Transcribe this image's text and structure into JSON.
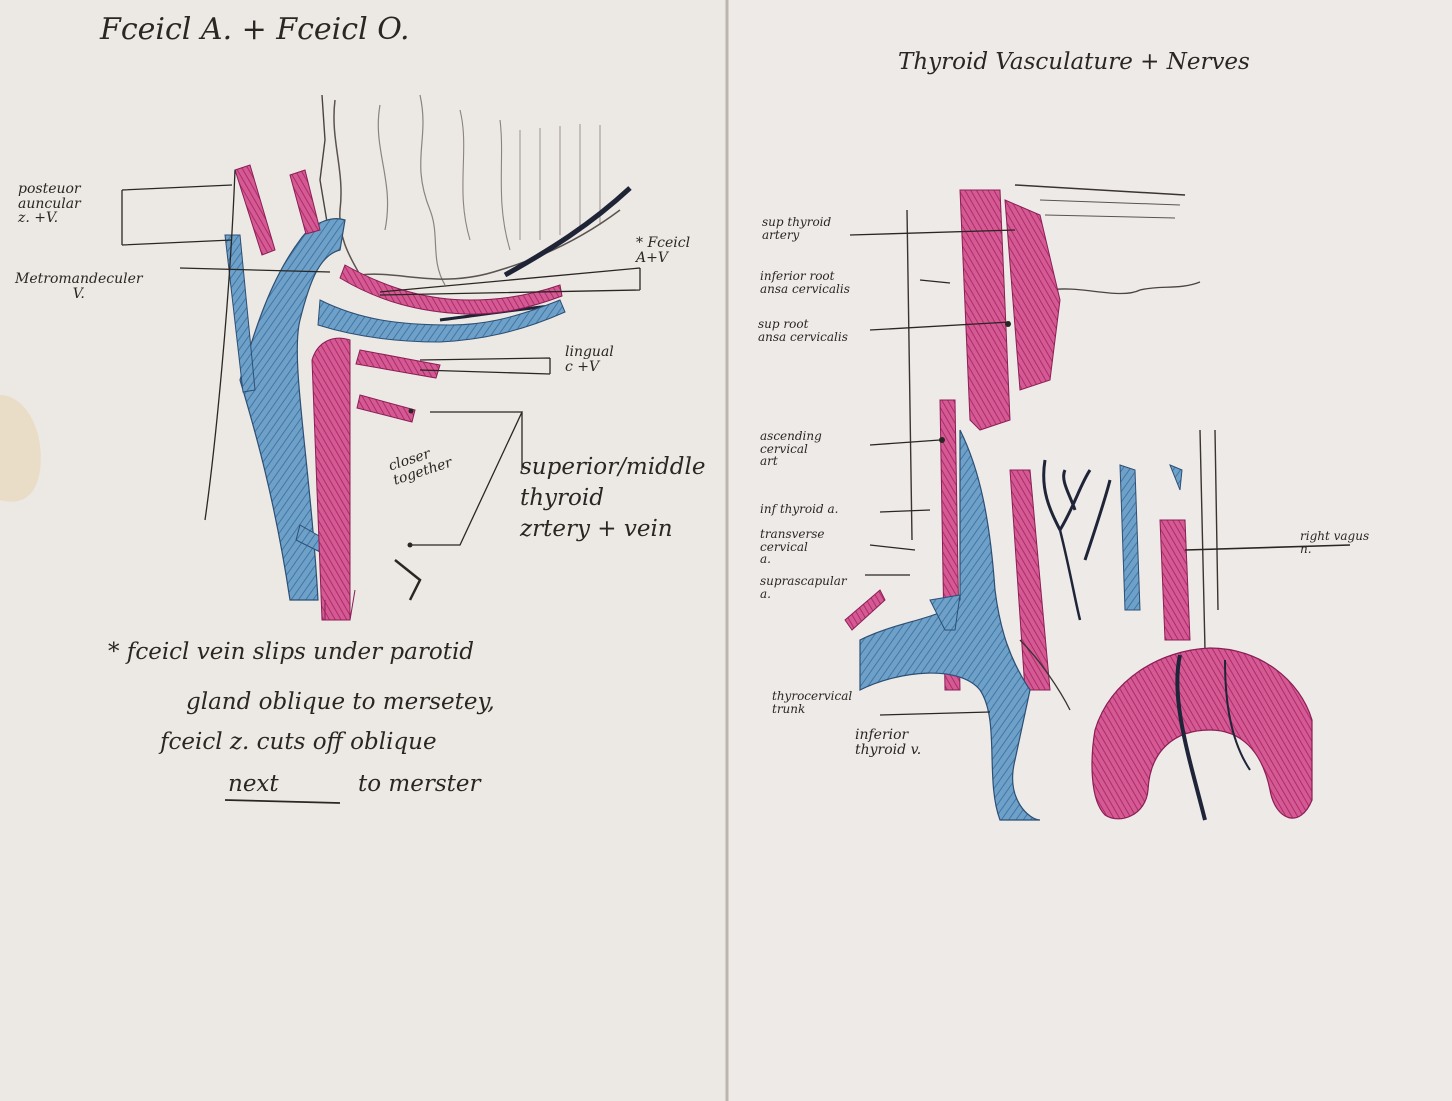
{
  "colors": {
    "paper_left": "#ece8e4",
    "paper_right": "#eeeae7",
    "ink": "#2a2623",
    "vein_blue": "#5f93bd",
    "artery_magenta": "#c8407f",
    "stain": "#e9dcc4"
  },
  "left_page": {
    "title": "Fceicl A. + Fceicl O.",
    "labels": {
      "posterior_auricular": "posteuor\nauncular\nz. +V.",
      "retromandibular": "Metromandeculer\nV.",
      "facial_av": "* Fceicl\nA+V",
      "lingual": "lingual\nc +V",
      "closer_together": "closer\ntogether",
      "superior_middle_thyroid": "superior/middle\nthyroid\nzrtery + vein"
    },
    "note": {
      "line1": "* fceicl vein slips under parotid",
      "line2": "gland oblique to mersetey,",
      "line3": "fceicl z. cuts off oblique",
      "line4_underlined": "next",
      "line4_rest": "to merster"
    }
  },
  "right_page": {
    "title": "Thyroid Vasculature + Nerves",
    "labels": {
      "sup_thyroid_artery": "sup thyroid\nartery",
      "inferior_root_ansa": "inferior root\nansa cervicalis",
      "sup_root_ansa": "sup root\nansa cervicalis",
      "ascending_cervical": "ascending\ncervical\nart",
      "inf_thyroid_a": "inf thyroid a.",
      "transverse_cervical": "transverse\ncervical\na.",
      "suprascapular": "suprascapular\na.",
      "right_vagus": "right vagus\nn.",
      "thyrocervical_trunk": "thyrocervical\ntrunk",
      "inferior_thyroid_v": "inferior\nthyroid v."
    }
  }
}
